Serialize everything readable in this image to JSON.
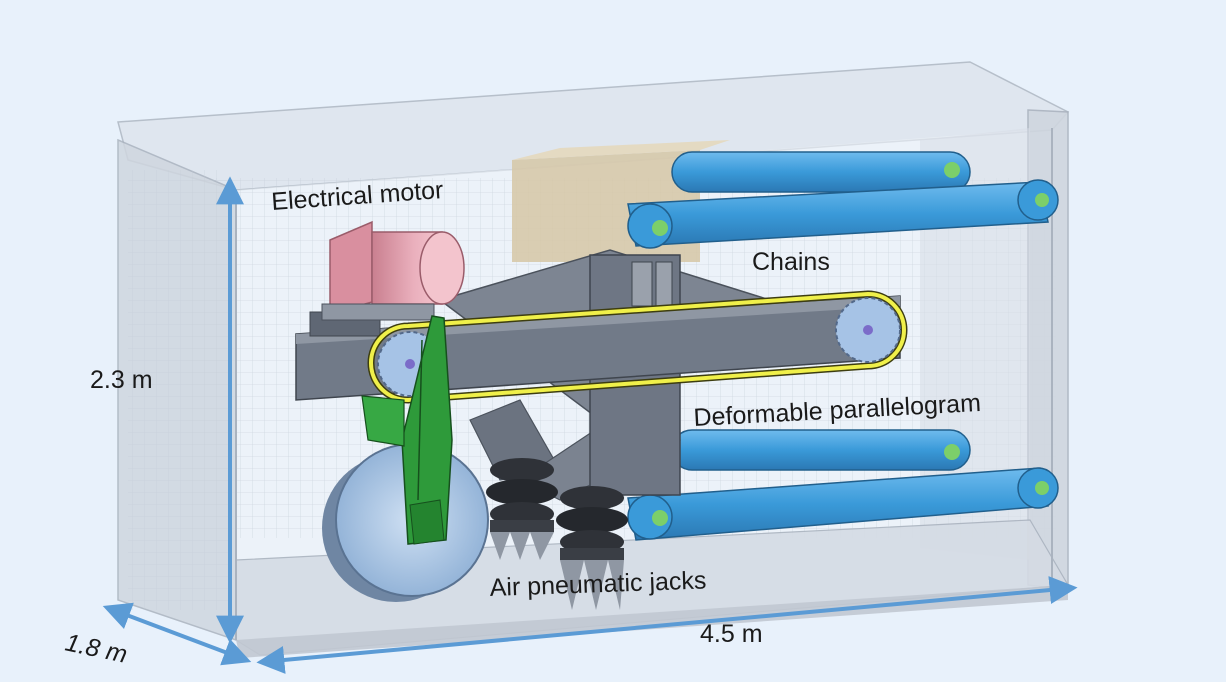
{
  "labels": {
    "motor": "Electrical motor",
    "chains": "Chains",
    "parallelogram": "Deformable parallelogram",
    "jacks": "Air pneumatic jacks"
  },
  "dimensions": {
    "height": "2.3 m",
    "depth": "1.8 m",
    "length": "4.5 m"
  },
  "colors": {
    "background": "#e8f1fb",
    "frame": "#c9cfd8",
    "motor": "#e8a6b4",
    "arms": "#3a9ad9",
    "steel": "#6b7380",
    "chain": "#f0f04a",
    "bracket": "#2e9a3a",
    "wheel": "#a9c6e8",
    "dimension_arrow": "#5b9bd5"
  }
}
